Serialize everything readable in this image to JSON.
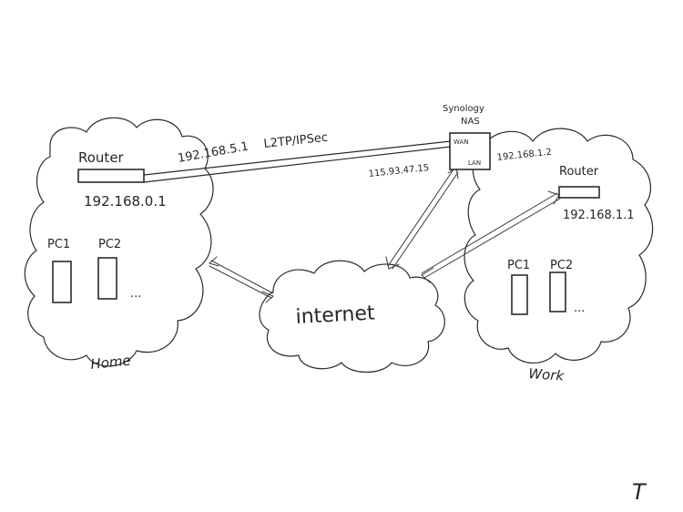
{
  "home": {
    "router_label": "Router",
    "router_ip": "192.168.0.1",
    "pc1": "PC1",
    "pc2": "PC2",
    "more": "...",
    "caption": "Home"
  },
  "tunnel": {
    "remote_ip": "192.168.5.1",
    "protocol": "L2TP/IPSec"
  },
  "nas": {
    "label_line1": "Synology",
    "label_line2": "NAS",
    "wan_port": "WAN",
    "lan_port": "LAN",
    "wan_ip": "115.93.47.15",
    "lan_ip": "192.168.1.2"
  },
  "work": {
    "router_label": "Router",
    "router_ip": "192.168.1.1",
    "pc1": "PC1",
    "pc2": "PC2",
    "more": "...",
    "caption": "Work"
  },
  "internet": {
    "label": "internet"
  },
  "signature": {
    "mark": "T"
  },
  "colors": {
    "ink": "#2b2b2b",
    "paper": "#ffffff"
  }
}
